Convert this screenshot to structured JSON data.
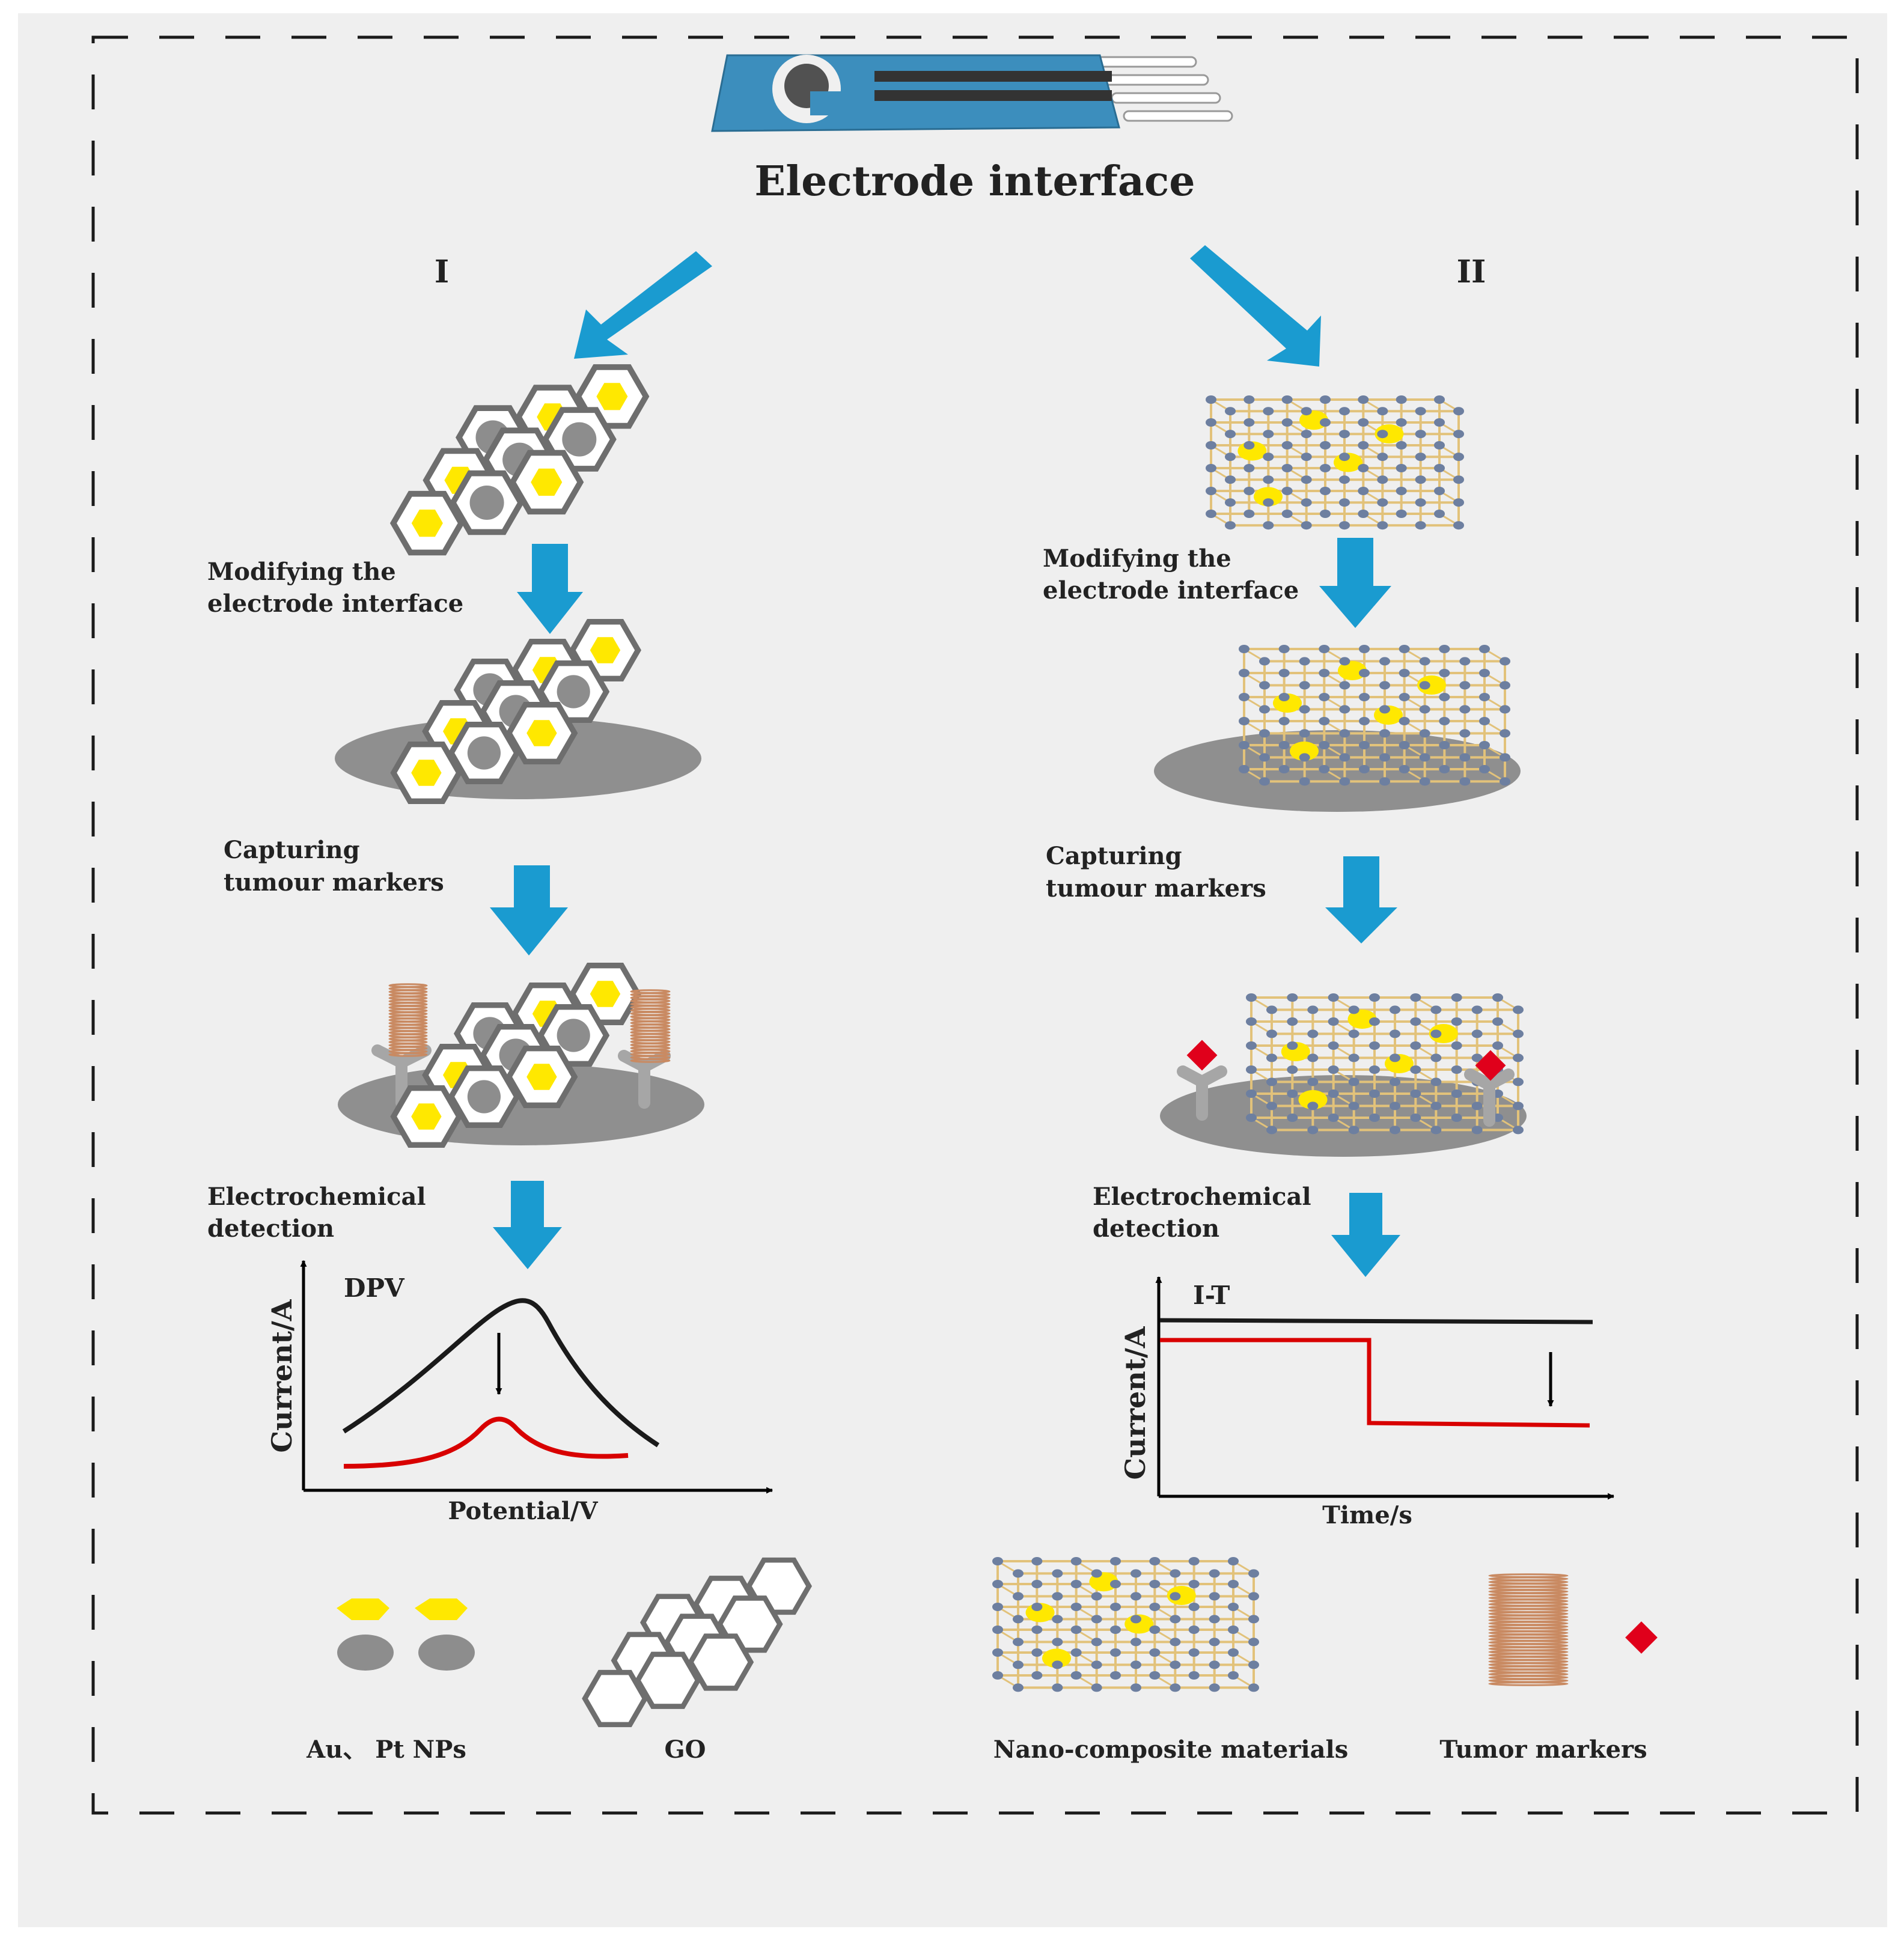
{
  "title": "Electrode interface",
  "pathways": [
    {
      "id": "I",
      "label": "I",
      "step_modify": [
        "Modifying the",
        "electrode interface"
      ],
      "step_capture": [
        "Capturing",
        "tumour markers"
      ],
      "step_detect": [
        "Electrochemical",
        "detection"
      ],
      "plot": {
        "type": "DPV",
        "title": "DPV",
        "xlabel": "Potential/V",
        "ylabel": "Current/A"
      }
    },
    {
      "id": "II",
      "label": "II",
      "step_modify": [
        "Modifying the",
        "electrode interface"
      ],
      "step_capture": [
        "Capturing",
        "tumour markers"
      ],
      "step_detect": [
        "Electrochemical",
        "detection"
      ],
      "plot": {
        "type": "I-T",
        "title": "I-T",
        "xlabel": "Time/s",
        "ylabel": "Current/A"
      }
    }
  ],
  "legend": [
    {
      "name": "au-pt-nps",
      "label": "Au、 Pt NPs"
    },
    {
      "name": "go",
      "label": "GO"
    },
    {
      "name": "nanocomposite",
      "label": "Nano-composite materials"
    },
    {
      "name": "tumor-markers",
      "label": "Tumor markers"
    }
  ],
  "colors": {
    "background": "#efefef",
    "arrow_blue": "#1a9bd0",
    "nanoparticle_yellow": "#ffe800",
    "nanoparticle_gray": "#8d8d8d",
    "lattice_line": "#e2c27a",
    "lattice_node": "#6d7fa0",
    "electrode_disc": "#8f8f8f",
    "antigen_red": "#e0001b",
    "dpv_before": "#1a1a1a",
    "dpv_after": "#d80000",
    "electrode_blue": "#3c8ebd"
  }
}
